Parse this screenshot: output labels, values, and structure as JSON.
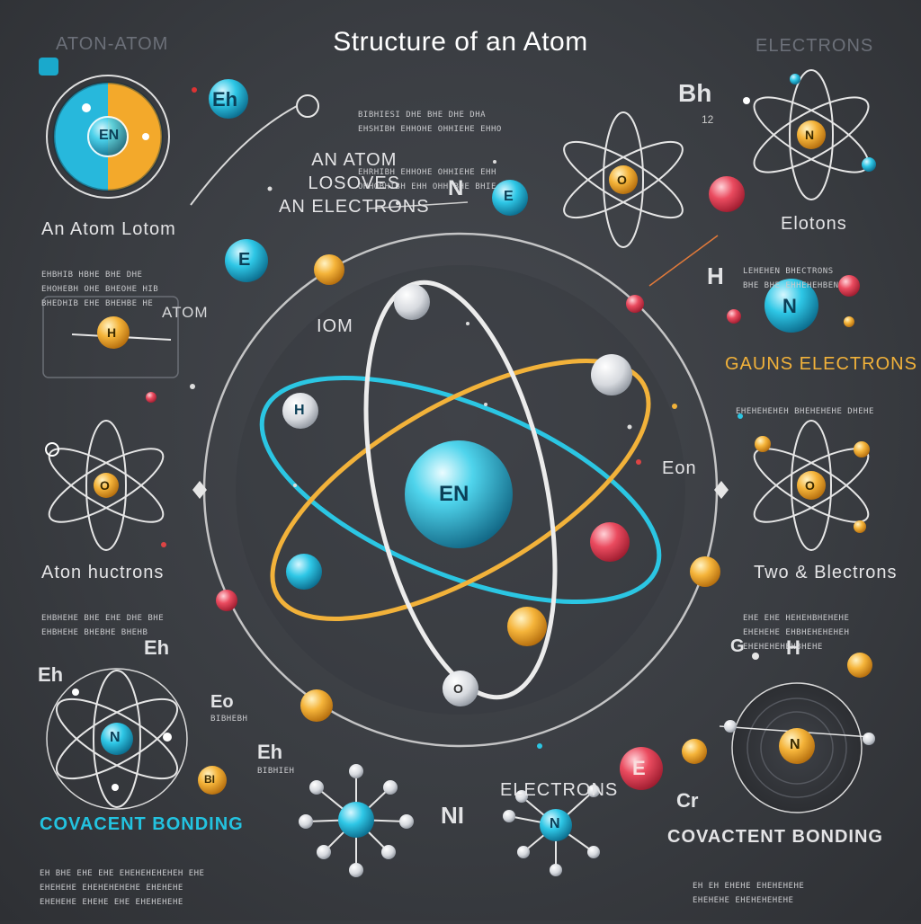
{
  "title": "Structure of an Atom",
  "colors": {
    "background": "#3a3d42",
    "teal": "#23c3e0",
    "gold": "#f2b23a",
    "red": "#e8445a",
    "orbit_white": "#e6e6e6"
  },
  "labels": {
    "top_left": "ATON-ATOM",
    "top_right": "ELECTRONS",
    "an_atom_lotom": "An Atom Lotom",
    "atom_small": "ATOM",
    "an_atom_losoves": [
      "AN ATOM",
      "LOSOVES",
      "AN ELECTRONS"
    ],
    "iom": "IOM",
    "nucleus": "EN",
    "elotons": "Elotons",
    "gauns": "GAUNS ELECTRONS",
    "eon": "Eon",
    "aton_huctrons": "Aton huctrons",
    "two_electrons": "Two & Blectrons",
    "covacent_left": "COVACENT BONDING",
    "covacent_right": "COVACTENT BONDING",
    "electrons_bottom": "ELECTRONS",
    "eh_top": "Eh",
    "bh_top": "Bh",
    "num_12": "12",
    "h_right": "H",
    "n_top": "N",
    "eh_left": "Eh",
    "eh_left2": "Eh",
    "eo": "Eo",
    "eh_bottom": "Eh",
    "g_letter": "G",
    "h_letter2": "H",
    "cr_letter": "Cr",
    "ni_letter": "NI"
  },
  "paragraphs": {
    "top_center": [
      "BIBHIESI DHE BHE DHE DHA",
      "EHSHIBH EHHOHE OHHIEHE EHHO",
      "EHRHIBH EHHOHE OHHIEHE EHH",
      "OHHOBHIBH EHH OHH BHE BHIE"
    ],
    "left_1": [
      "EHBHIB HBHE BHE DHE",
      "EHOHEBH OHE BHEOHE HIB",
      "BHEDHIB EHE BHEHBE HE"
    ],
    "right_1": [
      "LEHEHEN BHECTRONS",
      "BHE BHE EHHEHEHBEN"
    ],
    "right_2": [
      "EHEHEHEHEH BHEHEHEHE DHEHE"
    ],
    "left_2": [
      "EHBHEHE BHE EHE DHE BHE",
      "EHBHEHE BHEBHE BHEHB"
    ],
    "right_3": [
      "EHE EHE HEHEHBHEHEHE",
      "EHEHEHE EHBHEHEHEHEH",
      "EHEHEHEHEHBHEHE"
    ],
    "bottom_left": [
      "EH BHE EHE EHE EHEHEHEHEHEH EHE",
      "EHEHEHE EHEHEHEHEHE EHEHEHE",
      "EHEHEHE EHEHE EHE EHEHEHEHE"
    ],
    "bottom_right": [
      "EH EH EHEHE EHEHEHEHE",
      "EHEHEHE EHEHEHEHEHE"
    ],
    "under_eo": "BIBHEBH",
    "under_eh": "BIBHIEH"
  },
  "small_letters": {
    "h": "H",
    "o": "O",
    "n": "N",
    "e": "E",
    "bi": "BI"
  }
}
